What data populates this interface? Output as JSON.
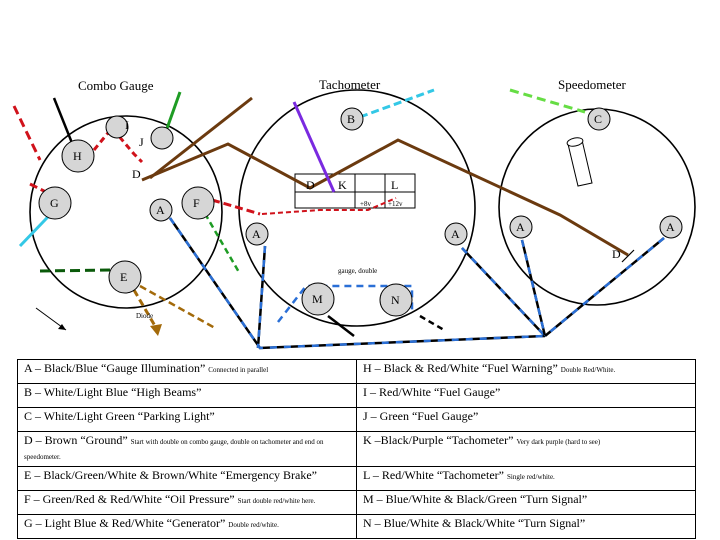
{
  "titles": {
    "combo": "Combo Gauge",
    "tach": "Tachometer",
    "speedo": "Speedometer"
  },
  "pins": {
    "combo": {
      "H": "H",
      "I": "I",
      "J": "J",
      "D": "D",
      "G": "G",
      "A": "A",
      "F": "F",
      "E": "E"
    },
    "tach": {
      "B": "B",
      "A_left": "A",
      "A_right": "A",
      "M": "M",
      "N": "N"
    },
    "speedo": {
      "C": "C",
      "A_left": "A",
      "A_right": "A",
      "D": "D"
    }
  },
  "tach_box": {
    "D": "D",
    "K": "K",
    "L": "L",
    "plus8v": "+8v",
    "plus12v": "+12v"
  },
  "annotations": {
    "gauge_double": "gauge, double",
    "diode": "Diode"
  },
  "colors": {
    "black": "#000000",
    "brown": "#6b3a0f",
    "red": "#d0121b",
    "blue": "#2a6fd6",
    "light_blue": "#33c8e6",
    "green": "#1e9c24",
    "light_green": "#66dd44",
    "purple": "#7a2ae0",
    "dark_green": "#0a5a0a",
    "diode": "#a36a0a",
    "gauge_fill": "#d6d6d6"
  },
  "legend": [
    {
      "main": "A – Black/Blue “Gauge Illumination”",
      "note": "Connected in parallel"
    },
    {
      "main": "H – Black & Red/White “Fuel Warning”",
      "note": "Double Red/White."
    },
    {
      "main": "B – White/Light Blue “High Beams”",
      "note": ""
    },
    {
      "main": "I – Red/White “Fuel Gauge”",
      "note": ""
    },
    {
      "main": "C – White/Light Green “Parking Light”",
      "note": ""
    },
    {
      "main": "J – Green “Fuel Gauge”",
      "note": ""
    },
    {
      "main": "D – Brown “Ground”",
      "note": "Start with double on combo gauge, double on tachometer and end on speedometer."
    },
    {
      "main": "K –Black/Purple “Tachometer”",
      "note": "Very dark purple (hard to see)"
    },
    {
      "main": "E – Black/Green/White & Brown/White “Emergency Brake”",
      "note": ""
    },
    {
      "main": "L – Red/White “Tachometer”",
      "note": "Single red/white."
    },
    {
      "main": "F – Green/Red & Red/White “Oil Pressure”",
      "note": "Start double red/white here."
    },
    {
      "main": "M – Blue/White & Black/Green “Turn Signal”",
      "note": ""
    },
    {
      "main": "G – Light Blue & Red/White “Generator”",
      "note": "Double red/white."
    },
    {
      "main": "N – Blue/White & Black/White “Turn Signal”",
      "note": ""
    }
  ]
}
